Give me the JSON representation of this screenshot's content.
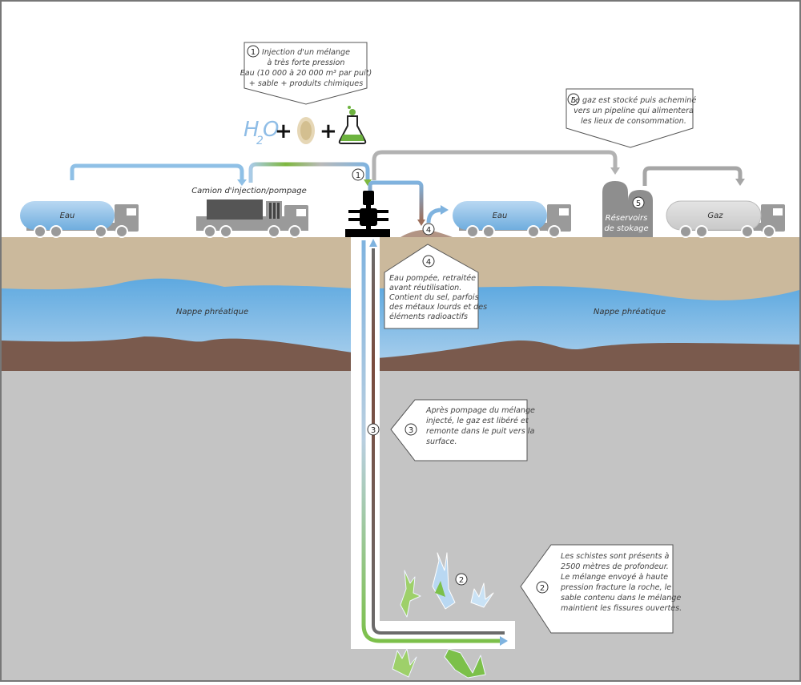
{
  "diagram": {
    "topic": "Hydraulic fracturing (shale gas extraction)",
    "colors": {
      "sky": "#ffffff",
      "soil": "#cbb99c",
      "aquifer_top": "#5ea9e0",
      "aquifer_bottom": "#a7cdeb",
      "clay": "#7a5a4d",
      "bedrock": "#c4c4c4",
      "water_arrow": "#7fb3df",
      "gas_arrow": "#a6a6a6",
      "chemical_green": "#6db33f",
      "truck_grey": "#9a9a9a",
      "wellhead": "#000000"
    },
    "labels": {
      "truck_water_left": "Eau",
      "injection_truck": "Camion d'injection/pompage",
      "truck_water_right": "Eau",
      "storage_line1": "Réservoirs",
      "storage_line2": "de stokage",
      "truck_gas": "Gaz",
      "aquifer_left": "Nappe phréatique",
      "aquifer_right": "Nappe phréatique"
    },
    "formula": {
      "h": "H",
      "sub": "2",
      "o": "O",
      "plus1": "+",
      "plus2": "+"
    },
    "markers": {
      "m1": "1",
      "m2": "2",
      "m3": "3",
      "m4": "4",
      "m5": "5"
    },
    "callouts": {
      "c1": {
        "number": "1",
        "lines": [
          "Injection d'un mélange",
          "à très forte pression",
          "Eau (10 000 à 20 000 m³ par puit)",
          "+ sable + produits chimiques"
        ]
      },
      "c5": {
        "number": "5",
        "lines": [
          "Le gaz est stocké puis acheminé",
          "vers un pipeline qui alimentera",
          "les lieux de consommation."
        ]
      },
      "c4": {
        "number": "4",
        "lines": [
          "Eau pompée, retraitée",
          "avant réutilisation.",
          "Contient du sel, parfois",
          "des métaux lourds et des",
          "éléments radioactifs"
        ]
      },
      "c3": {
        "number": "3",
        "lines": [
          "Après pompage du mélange",
          "injecté, le gaz est libéré et",
          "remonte dans le puit vers la",
          "surface."
        ]
      },
      "c2": {
        "number": "2",
        "lines": [
          "Les schistes sont présents à",
          "2500 mètres de profondeur.",
          "Le mélange envoyé à haute",
          "pression fracture la roche, le",
          "sable contenu dans le mélange",
          "maintient les fissures ouvertes."
        ]
      }
    }
  }
}
